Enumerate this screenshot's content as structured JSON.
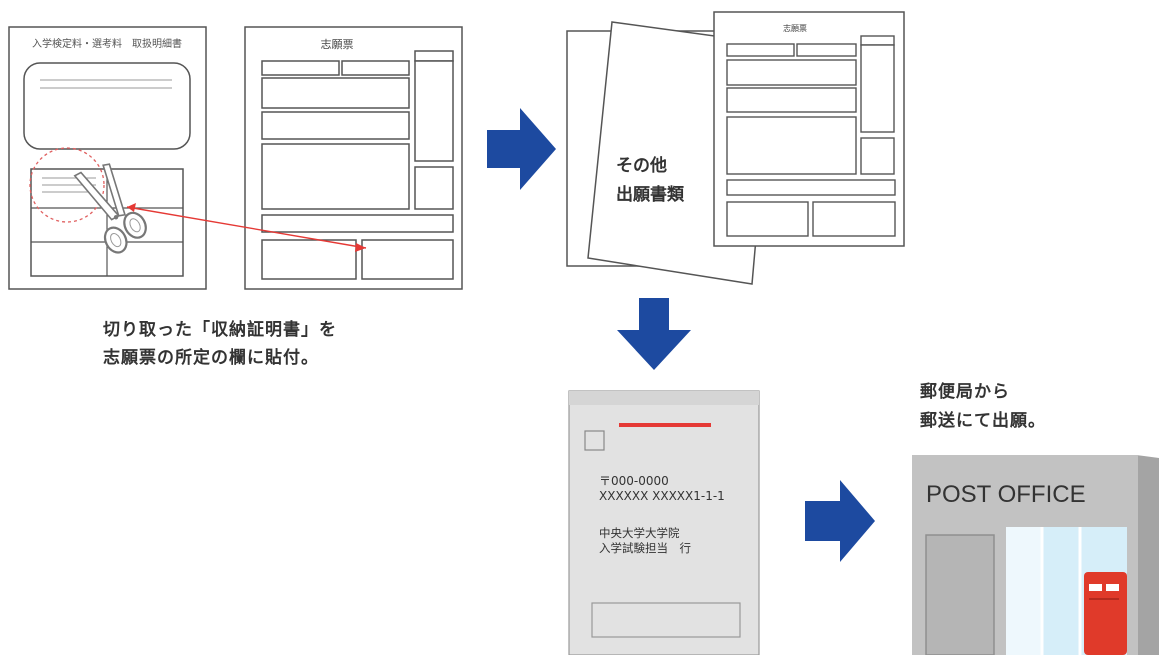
{
  "receipt_form": {
    "title": "入学検定料・選考料　取扱明細書"
  },
  "application_form": {
    "title": "志願票"
  },
  "caption_attach": {
    "line1": "切り取った「収納証明書」を",
    "line2": "志願票の所定の欄に貼付。"
  },
  "other_docs": {
    "line1": "その他",
    "line2": "出願書類"
  },
  "envelope": {
    "postal_code": "〒000-0000",
    "address": "XXXXXX XXXXX1-1-1",
    "recipient_line1": "中央大学大学院",
    "recipient_line2": "入学試験担当　行"
  },
  "caption_mail": {
    "line1": "郵便局から",
    "line2": "郵送にて出願。"
  },
  "post_office": {
    "sign": "POST OFFICE"
  },
  "colors": {
    "arrow_blue": "#1d4aa0",
    "red_line": "#e53935",
    "building_gray": "#c2c2c2",
    "window_blue": "#cfeaf7",
    "postbox_red": "#e03a2a"
  }
}
